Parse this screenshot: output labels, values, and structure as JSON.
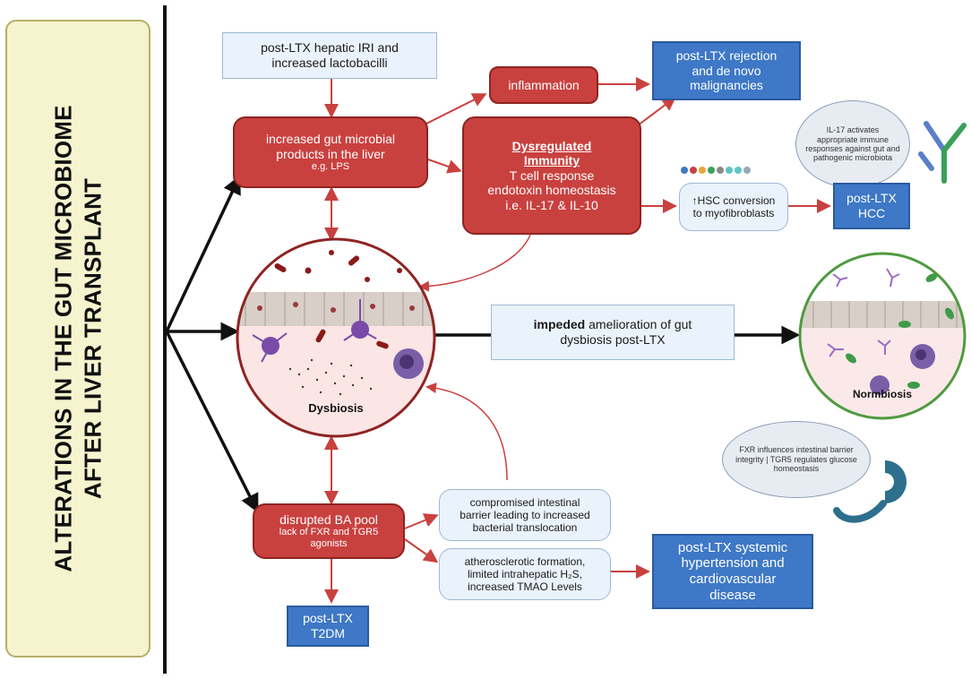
{
  "title": {
    "line1": "ALTERATIONS IN THE GUT MICROBIOME",
    "line2": "AFTER LIVER TRANSPLANT"
  },
  "nodes": {
    "hepatic_iri": {
      "line1": "post-LTX hepatic IRI and",
      "line2": "increased lactobacilli"
    },
    "inflammation": {
      "text": "inflammation"
    },
    "rejection": {
      "line1": "post-LTX rejection",
      "line2": "and de novo",
      "line3": "malignancies"
    },
    "gut_products": {
      "line1": "increased gut microbial",
      "line2": "products in the liver",
      "line3": "e.g. LPS"
    },
    "immunity": {
      "heading1": "Dysregulated",
      "heading2": "Immunity",
      "line1": "T cell response",
      "line2": "endotoxin homeostasis",
      "line3": "i.e. IL-17 & IL-10"
    },
    "il17_note": {
      "text": "IL-17 activates appropriate immune responses against gut and pathogenic microbiota"
    },
    "hsc": {
      "line1": "↑HSC conversion",
      "line2": "to myofibroblasts"
    },
    "hcc": {
      "line1": "post-LTX",
      "line2": "HCC"
    },
    "dysbiosis": {
      "label": "Dysbiosis"
    },
    "impeded": {
      "bold": "impeded",
      "rest": " amelioration of gut",
      "line2": "dysbiosis post-LTX"
    },
    "normbiosis": {
      "label": "Normbiosis"
    },
    "fxr_note": {
      "text": "FXR influences intestinal barrier integrity | TGR5 regulates glucose homeostasis"
    },
    "ba_pool": {
      "line1": "disrupted BA pool",
      "line2": "lack of FXR and TGR5",
      "line3": "agonists"
    },
    "barrier": {
      "line1": "compromised intestinal",
      "line2": "barrier leading to increased",
      "line3": "bacterial translocation"
    },
    "athero": {
      "line1": "atherosclerotic formation,",
      "line2": "limited intrahepatic H₂S,",
      "line3": "increased TMAO Levels"
    },
    "hypertension": {
      "line1": "post-LTX systemic",
      "line2": "hypertension and",
      "line3": "cardiovascular",
      "line4": "disease"
    },
    "t2dm": {
      "line1": "post-LTX",
      "line2": "T2DM"
    }
  },
  "colors": {
    "red_box": "#c9413f",
    "red_arrow": "#c9413f",
    "blue_box": "#3e78c6",
    "pale_box": "#eaf2fb",
    "title_panel": "#f6f3cf",
    "black_arrow": "#111111"
  }
}
